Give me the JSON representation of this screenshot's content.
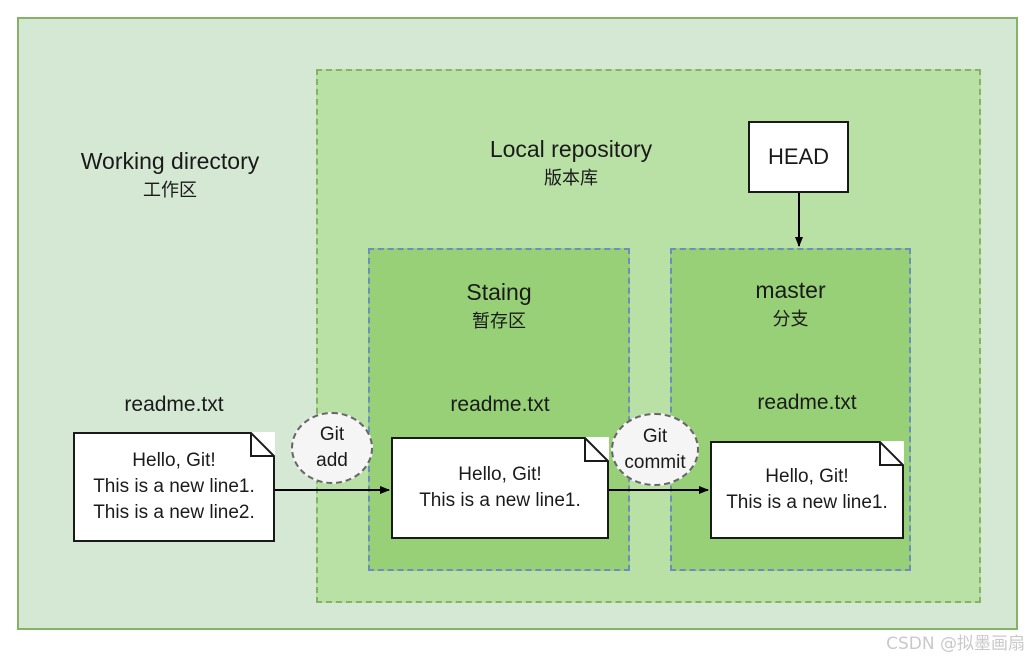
{
  "diagram": {
    "title": "Git areas diagram",
    "colors": {
      "working_fill": "#d5e8d4",
      "working_border": "#82b366",
      "local_fill": "#b9e0a5",
      "local_border": "#82b366",
      "stage_fill": "#97d077",
      "stage_border": "#6c8ebf",
      "note_fill": "#ffffff",
      "note_border": "#1a1a1a",
      "ellipse_fill": "#f5f5f5",
      "ellipse_border": "#666666",
      "arrow": "#000000",
      "watermark": "#c9c9c9"
    }
  },
  "zones": {
    "working": {
      "en": "Working directory",
      "zh": "工作区"
    },
    "local": {
      "en": "Local repository",
      "zh": "版本库"
    },
    "staging": {
      "en": "Staing",
      "zh": "暂存区"
    },
    "master": {
      "en": "master",
      "zh": "分支"
    }
  },
  "head": {
    "label": "HEAD"
  },
  "files": [
    {
      "label": "readme.txt",
      "lines": [
        "Hello, Git!",
        "This is a new line1.",
        "This is a new line2."
      ]
    },
    {
      "label": "readme.txt",
      "lines": [
        "Hello, Git!",
        "This is a new line1."
      ]
    },
    {
      "label": "readme.txt",
      "lines": [
        "Hello, Git!",
        "This is a new line1."
      ]
    }
  ],
  "actions": [
    {
      "line1": "Git",
      "line2": "add"
    },
    {
      "line1": "Git",
      "line2": "commit"
    }
  ],
  "watermark": {
    "text": "CSDN @拟墨画扇"
  }
}
